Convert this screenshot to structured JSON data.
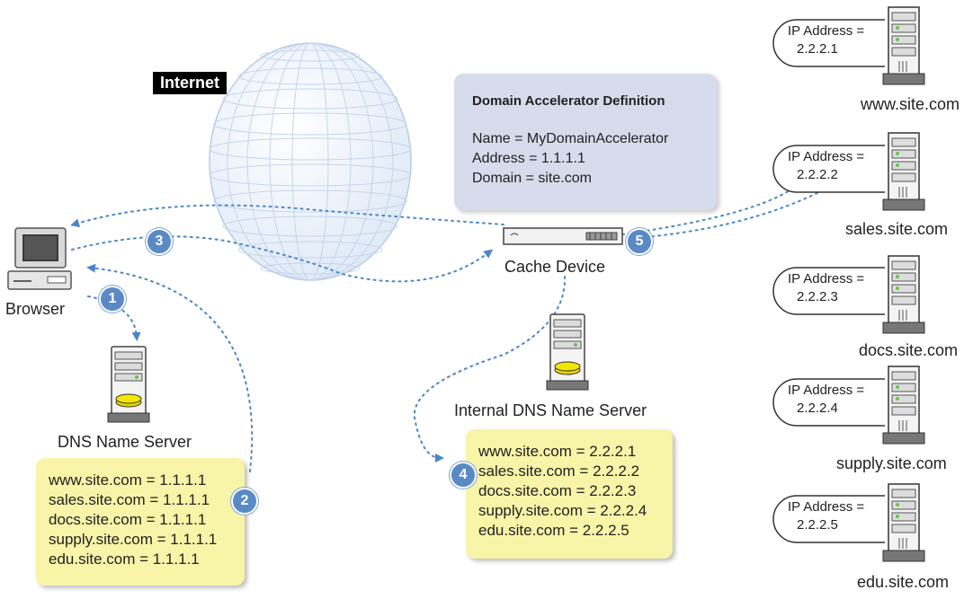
{
  "internet_label": "Internet",
  "definition": {
    "title": "Domain Accelerator Definition",
    "name": "Name = MyDomainAccelerator",
    "address": "Address = 1.1.1.1",
    "domain": "Domain = site.com"
  },
  "browser_label": "Browser",
  "dns_server_label": "DNS Name Server",
  "cache_device_label": "Cache Device",
  "internal_dns_label": "Internal DNS Name Server",
  "dns_records": [
    "www.site.com = 1.1.1.1",
    "sales.site.com = 1.1.1.1",
    "docs.site.com = 1.1.1.1",
    "supply.site.com = 1.1.1.1",
    "edu.site.com = 1.1.1.1"
  ],
  "internal_dns_records": [
    "www.site.com = 2.2.2.1",
    "sales.site.com = 2.2.2.2",
    "docs.site.com = 2.2.2.3",
    "supply.site.com = 2.2.2.4",
    "edu.site.com = 2.2.2.5"
  ],
  "steps": [
    "1",
    "2",
    "3",
    "4",
    "5"
  ],
  "servers": [
    {
      "ip_label": "IP Address =",
      "ip": "2.2.2.1",
      "host": "www.site.com"
    },
    {
      "ip_label": "IP Address =",
      "ip": "2.2.2.2",
      "host": "sales.site.com"
    },
    {
      "ip_label": "IP Address =",
      "ip": "2.2.2.3",
      "host": "docs.site.com"
    },
    {
      "ip_label": "IP Address =",
      "ip": "2.2.2.4",
      "host": "supply.site.com"
    },
    {
      "ip_label": "IP Address =",
      "ip": "2.2.2.5",
      "host": "edu.site.com"
    }
  ],
  "colors": {
    "step_badge": "#5a8ac6",
    "note_fill": "#f8f4a8",
    "definition_fill": "#d7dcec",
    "arrow": "#4a86c8"
  }
}
